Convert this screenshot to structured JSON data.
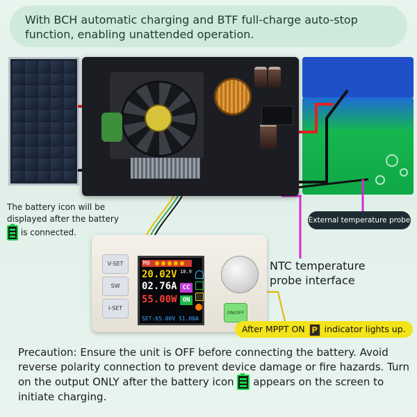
{
  "banner": {
    "text": "With BCH automatic charging and BTF full-charge auto-stop function, enabling unattended operation."
  },
  "labels": {
    "battery_icon_note": "The battery icon will be displayed after the battery",
    "battery_icon_note_end": "is connected.",
    "external_probe": "External temperature probe",
    "ntc_interface": "NTC temperature probe interface",
    "mppt_before": "After MPPT ON",
    "mppt_badge": "P",
    "mppt_after": "indicator lights up."
  },
  "device": {
    "buttons": [
      "V-SET",
      "SW",
      "I-SET"
    ],
    "onoff_label": "ON/OFF",
    "screen": {
      "mode": "M0",
      "voltage": "20.02V",
      "current": "02.76A",
      "power": "55.00W",
      "temp": "18.9",
      "cc_tag": "CC",
      "on_tag": "ON",
      "set_line": "SET:65.00V 51.00A"
    }
  },
  "precaution": {
    "part1": "Precaution: Ensure the unit is OFF before connecting the battery. Avoid reverse polarity connection to prevent device damage or fire hazards. Turn on the output ONLY after the battery icon",
    "part2": "appears on the screen to initiate charging."
  },
  "colors": {
    "accent_yellow": "#f2e31a",
    "wire_magenta": "#d62ad0",
    "wire_red": "#e32222",
    "probe_pill": "#1e2c33",
    "battery_green": "#1ed04d"
  }
}
